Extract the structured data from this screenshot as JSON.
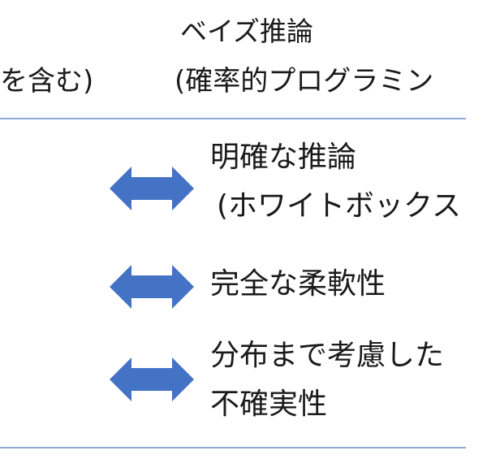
{
  "header": {
    "title": "ベイズ推論",
    "left_fragment": "を含む)",
    "right_subtitle": "(確率的プログラミン"
  },
  "rows": [
    {
      "lines": [
        "明確な推論",
        "(ホワイトボックス"
      ]
    },
    {
      "lines": [
        "完全な柔軟性"
      ]
    },
    {
      "lines": [
        "分布まで考慮した",
        "不確実性"
      ]
    }
  ],
  "colors": {
    "arrow": "#4472c4",
    "rule": "#8eaad6",
    "text": "#1a1a1a"
  },
  "icons": {
    "arrow": "double-headed-arrow-icon"
  }
}
